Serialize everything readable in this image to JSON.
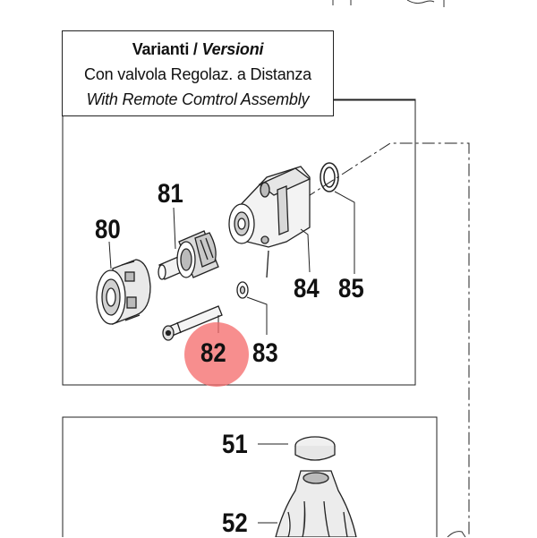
{
  "title": {
    "line1_bold": "Varianti / ",
    "line1_italic": "Versioni",
    "line2": "Con valvola Regolaz. a Distanza",
    "line3": "With Remote Comtrol Assembly"
  },
  "callouts": [
    {
      "id": "80",
      "label": "80"
    },
    {
      "id": "81",
      "label": "81"
    },
    {
      "id": "82",
      "label": "82",
      "highlighted": true
    },
    {
      "id": "83",
      "label": "83"
    },
    {
      "id": "84",
      "label": "84"
    },
    {
      "id": "85",
      "label": "85"
    },
    {
      "id": "51",
      "label": "51"
    },
    {
      "id": "52",
      "label": "52"
    }
  ],
  "colors": {
    "line": "#222222",
    "highlight": "#f46868"
  }
}
